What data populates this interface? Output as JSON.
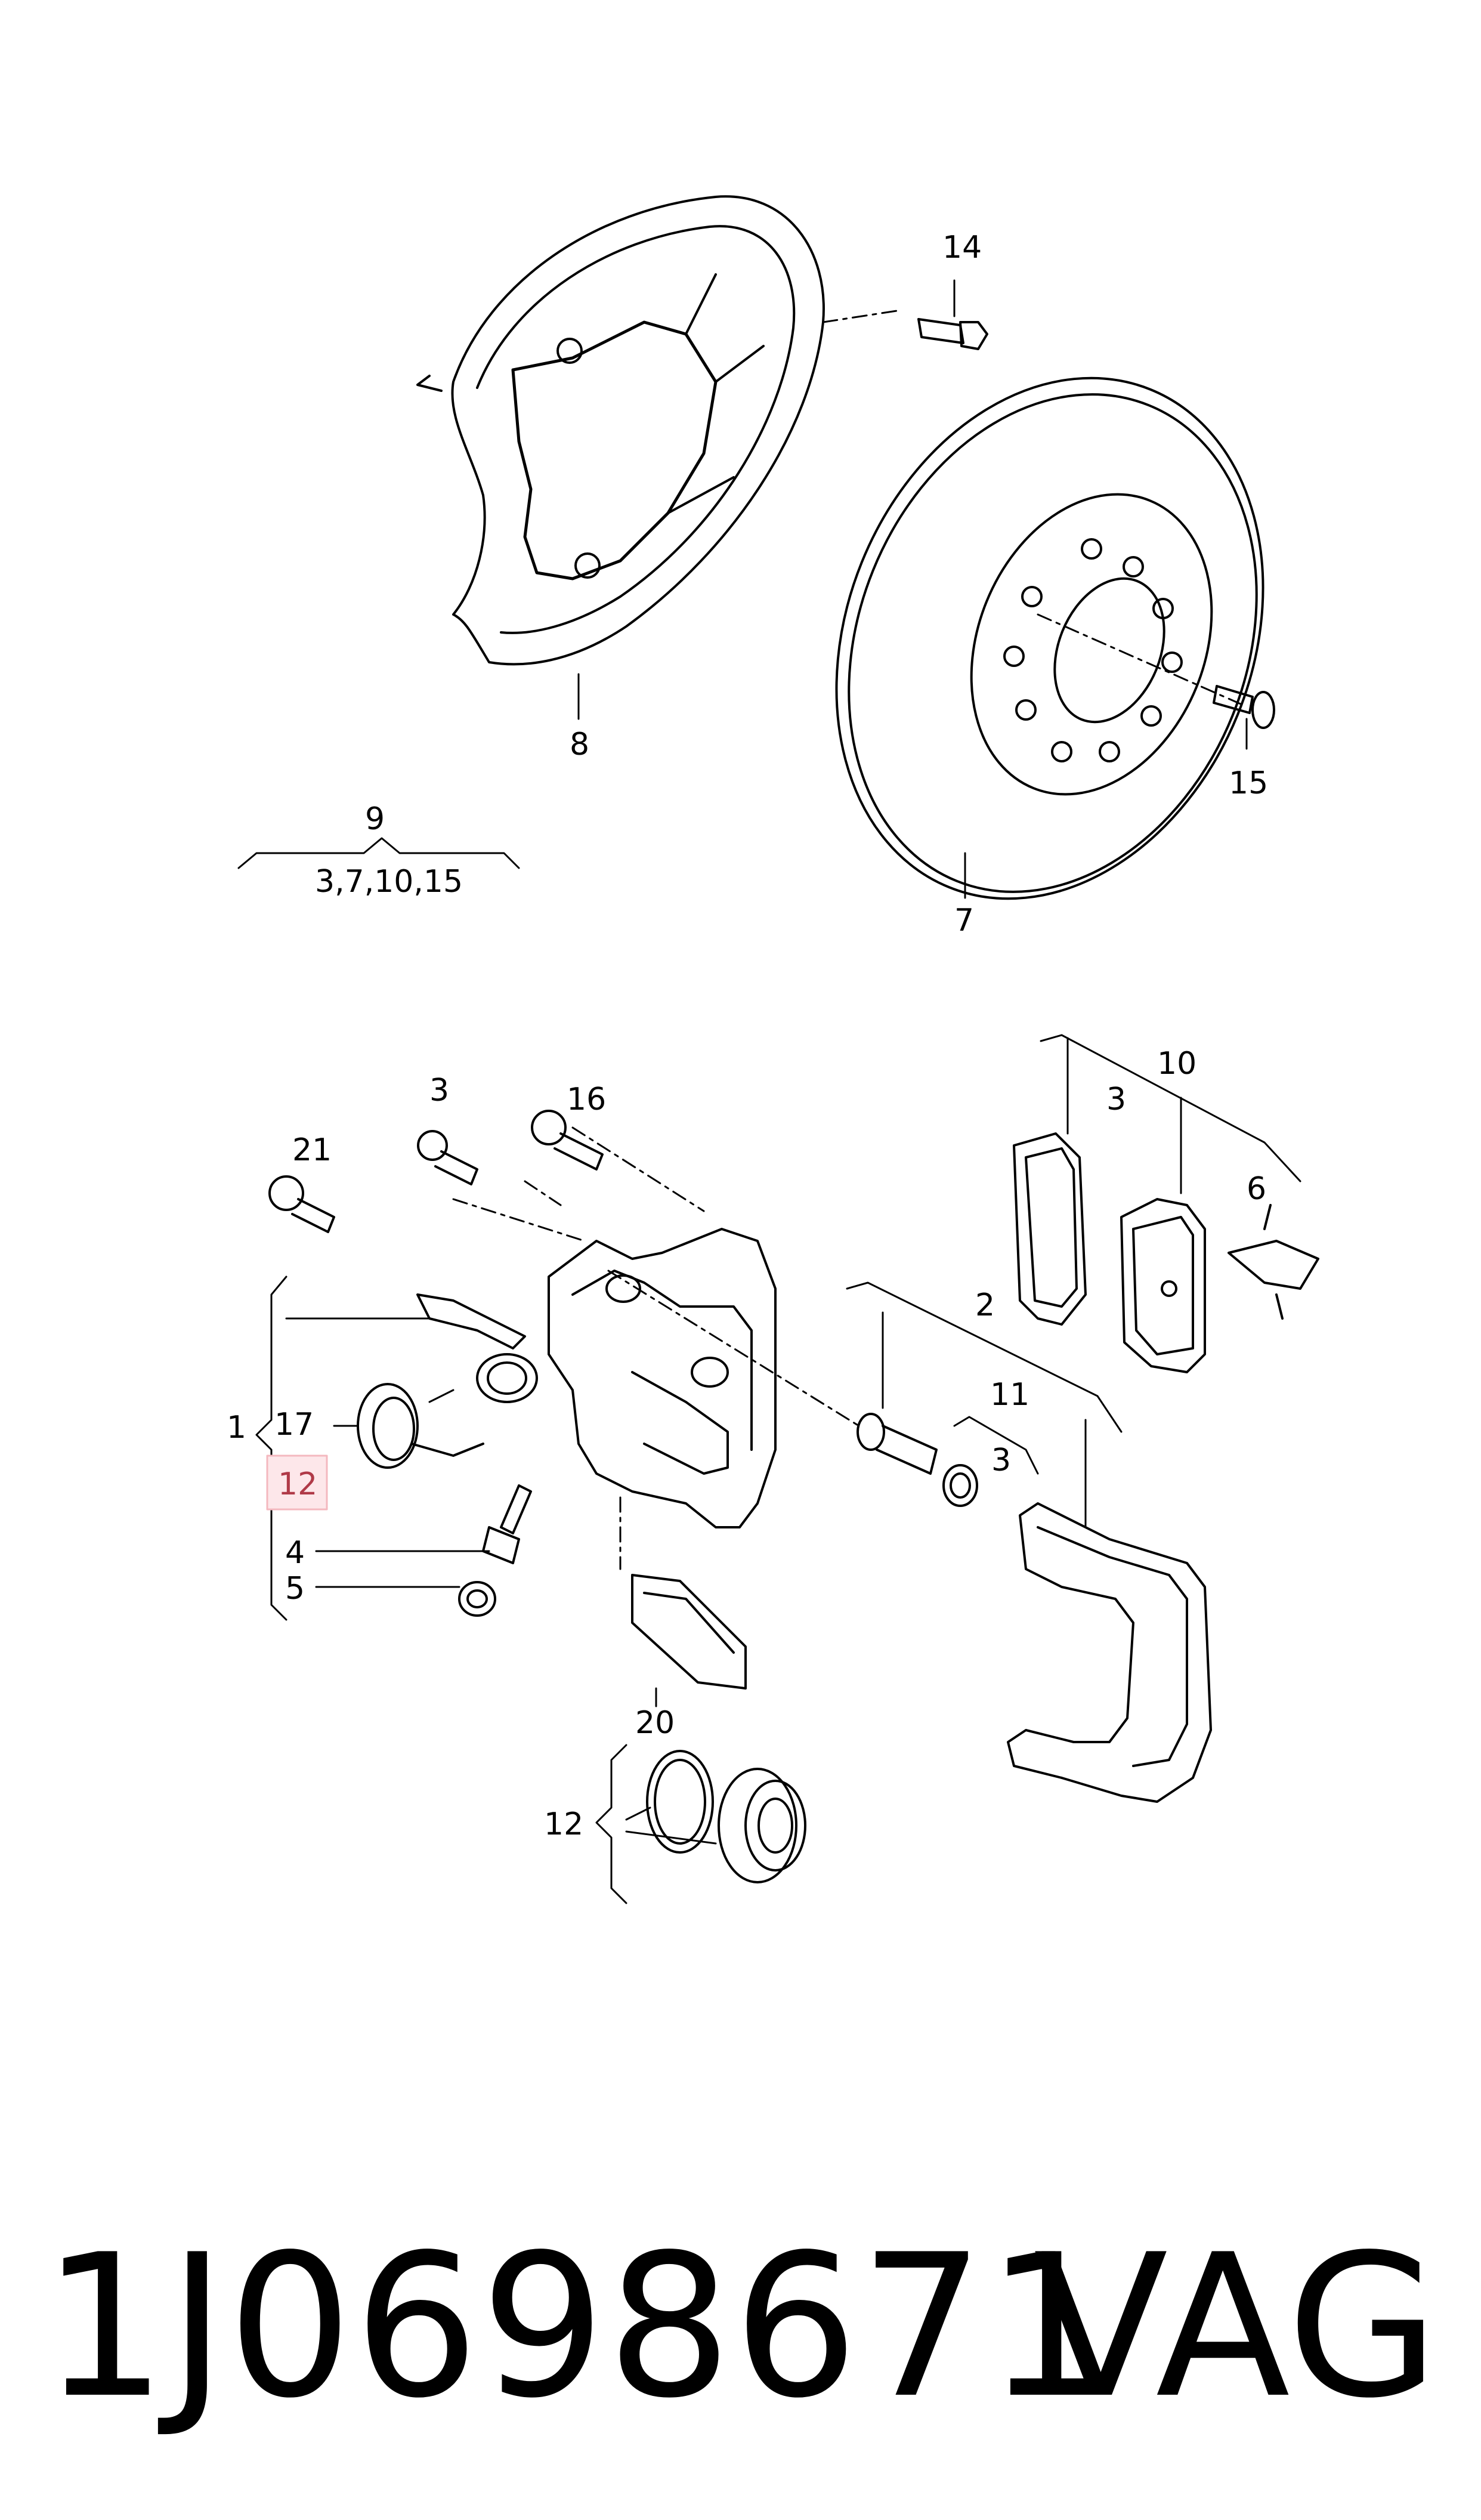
{
  "callouts": {
    "c14": "14",
    "c8": "8",
    "c15": "15",
    "c7": "7",
    "c9": "9",
    "c9_sub": "3,7,10,15",
    "c3a": "3",
    "c16": "16",
    "c10": "10",
    "c3b": "3",
    "c6": "6",
    "c21": "21",
    "c2": "2",
    "c11": "11",
    "c3c": "3",
    "c1": "1",
    "c17": "17",
    "c12_hl": "12",
    "c4": "4",
    "c5": "5",
    "c20": "20",
    "c12": "12"
  },
  "highlight_color": "#f4b8bf",
  "footer": {
    "part_number": "1J0698671",
    "brand": "VAG"
  }
}
